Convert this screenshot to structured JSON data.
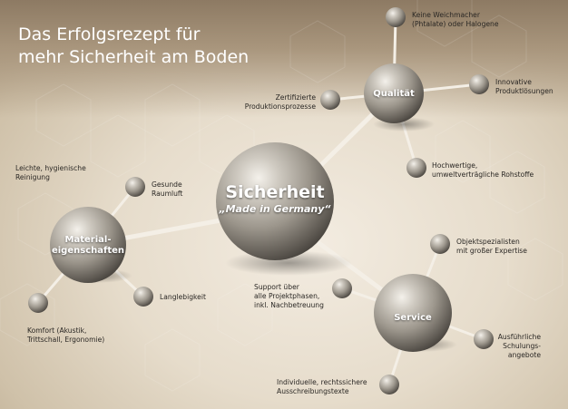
{
  "title": {
    "line1": "Das Erfolgsrezept für",
    "line2": "mehr Sicherheit am Boden"
  },
  "center": {
    "line1": "Sicherheit",
    "line2": "„Made in Germany“"
  },
  "hubs": {
    "qualitaet": "Qualität",
    "material_line1": "Material-",
    "material_line2": "eigenschaften",
    "service": "Service"
  },
  "qualitaet_items": {
    "weichmacher_line1": "Keine Weichmacher",
    "weichmacher_line2": "(Phtalate) oder Halogene",
    "innovative_line1": "Innovative",
    "innovative_line2": "Produktlösungen",
    "zertifiziert_line1": "Zertifizierte",
    "zertifiziert_line2": "Produktionsprozesse",
    "rohstoffe_line1": "Hochwertige,",
    "rohstoffe_line2": "umweltverträgliche Rohstoffe"
  },
  "material_items": {
    "reinigung_line1": "Leichte, hygienische",
    "reinigung_line2": "Reinigung",
    "raumluft_line1": "Gesunde",
    "raumluft_line2": "Raumluft",
    "langlebigkeit": "Langlebigkeit",
    "komfort_line1": "Komfort (Akustik,",
    "komfort_line2": "Trittschall, Ergonomie)"
  },
  "service_items": {
    "objekt_line1": "Objektspezialisten",
    "objekt_line2": "mit großer Expertise",
    "support_line1": "Support über",
    "support_line2": "alle Projektphasen,",
    "support_line3": "inkl. Nachbetreuung",
    "schulung_line1": "Ausführliche",
    "schulung_line2": "Schulungs-",
    "schulung_line3": "angebote",
    "ausschreibung_line1": "Individuelle, rechtssichere",
    "ausschreibung_line2": "Ausschreibungstexte"
  },
  "colors": {
    "background": "#e6dccb",
    "sphere_highlight": "#f4f1eb",
    "sphere_mid": "#9c968c",
    "sphere_dark": "#3e3a35",
    "connector": "#f4efe6",
    "label_text": "#2a2724",
    "title_text": "#ffffff"
  }
}
